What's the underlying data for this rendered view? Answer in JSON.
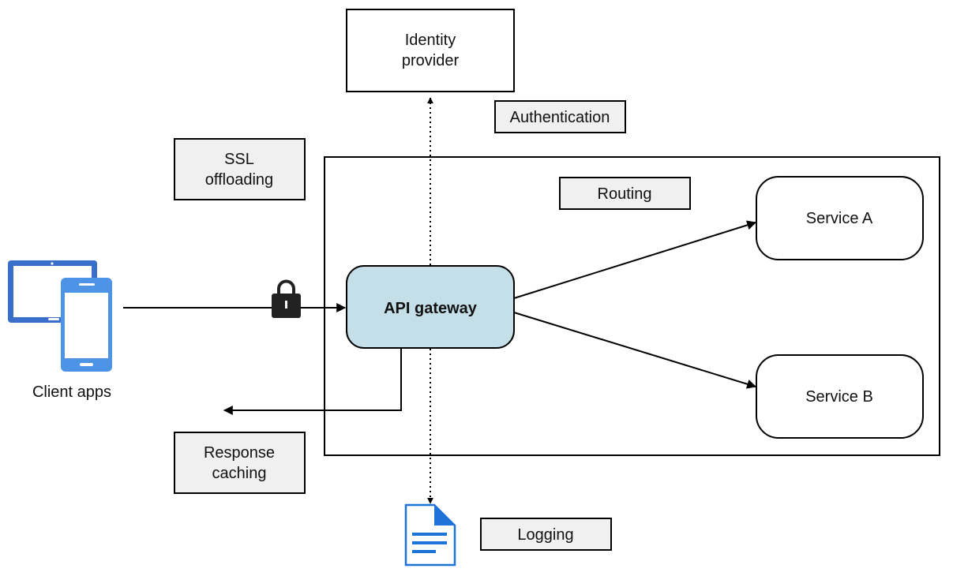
{
  "identity_provider": {
    "line1": "Identity",
    "line2": "provider"
  },
  "authentication": {
    "label": "Authentication"
  },
  "ssl_offloading": {
    "line1": "SSL",
    "line2": "offloading"
  },
  "routing": {
    "label": "Routing"
  },
  "service_a": {
    "label": "Service A"
  },
  "service_b": {
    "label": "Service B"
  },
  "api_gateway": {
    "label": "API gateway"
  },
  "client_apps": {
    "label": "Client apps"
  },
  "response_caching": {
    "line1": "Response",
    "line2": "caching"
  },
  "logging": {
    "label": "Logging"
  },
  "icons": {
    "client": "tablet-phone-icon",
    "lock": "lock-icon",
    "log": "document-icon"
  },
  "colors": {
    "gateway_fill": "#c5dfe9",
    "feature_fill": "#f0f0f0",
    "icon_blue": "#1e73d8",
    "tablet_blue": "#3a6fc9",
    "phone_blue": "#4d94e6"
  }
}
